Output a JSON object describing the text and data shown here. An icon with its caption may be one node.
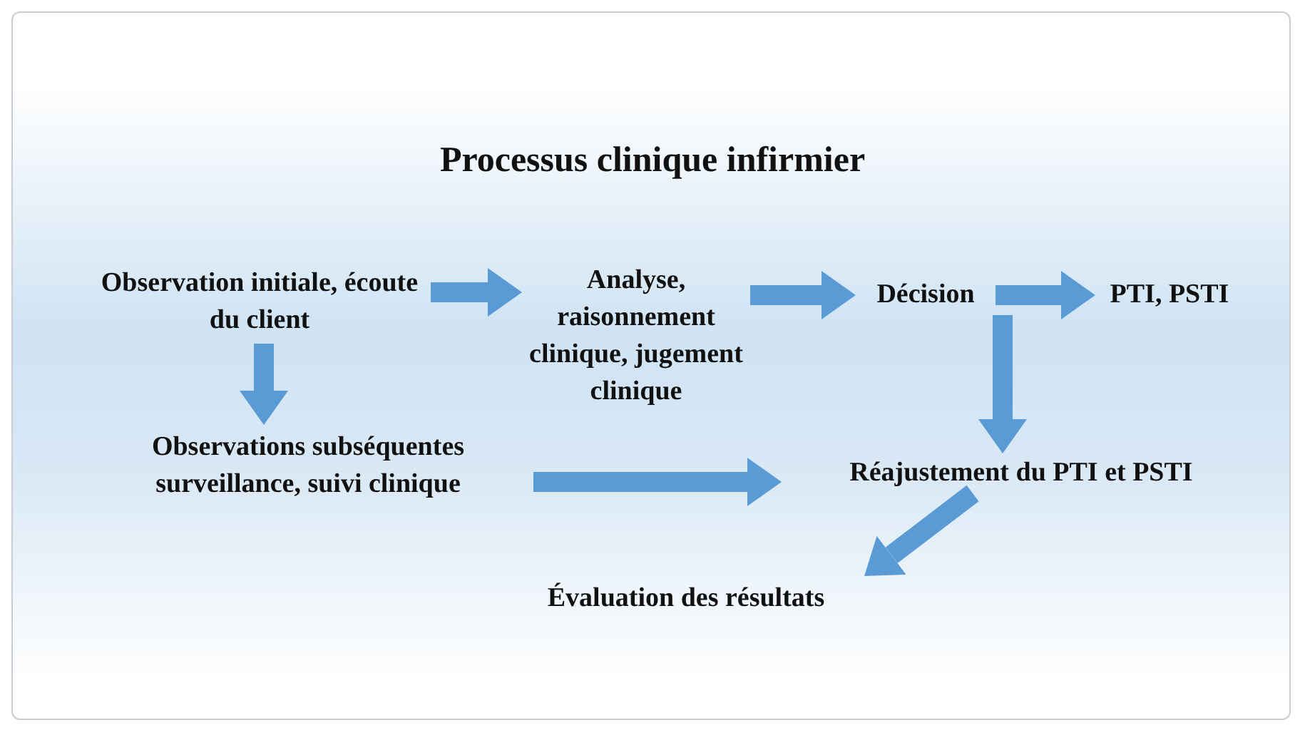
{
  "diagram": {
    "title": "Processus clinique infirmier",
    "nodes": [
      {
        "text": [
          "Observation initiale, écoute du client"
        ]
      },
      {
        "text": [
          "Analyse, raisonnement clinique, jugement clinique"
        ]
      },
      {
        "text": [
          "Décision"
        ]
      },
      {
        "text": [
          "PTI, PSTI"
        ]
      },
      {
        "text": [
          "Observations subséquentes surveillance, suivi clinique"
        ]
      },
      {
        "text": [
          "Réajustement du PTI et PSTI"
        ]
      },
      {
        "text": [
          "Évaluation des résultats"
        ]
      }
    ],
    "edges": [
      {
        "from": 0,
        "to": 1,
        "arrow": "to"
      },
      {
        "from": 1,
        "to": 2,
        "arrow": "to"
      },
      {
        "from": 2,
        "to": 3,
        "arrow": "to"
      },
      {
        "from": 0,
        "to": 4,
        "arrow": "to"
      },
      {
        "from": 2,
        "to": 5,
        "arrow": "to"
      },
      {
        "from": 4,
        "to": 5,
        "arrow": "to"
      },
      {
        "from": 5,
        "to": 6,
        "arrow": "to"
      }
    ]
  }
}
